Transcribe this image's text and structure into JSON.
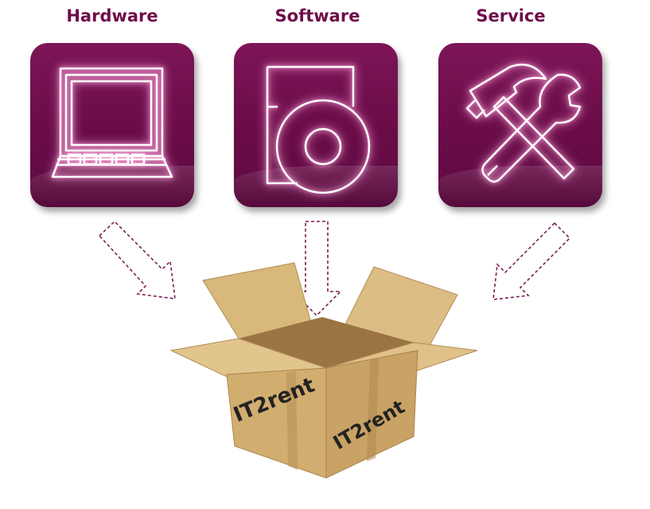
{
  "categories": [
    {
      "label": "Hardware",
      "icon": "computer-icon"
    },
    {
      "label": "Software",
      "icon": "software-cd-icon"
    },
    {
      "label": "Service",
      "icon": "hammer-wrench-icon"
    }
  ],
  "box": {
    "brand": "IT2rent",
    "icon": "cardboard-box-icon"
  },
  "colors": {
    "accent": "#6e0d4a",
    "tile": "#700f4d",
    "box": "#d4b47a"
  }
}
